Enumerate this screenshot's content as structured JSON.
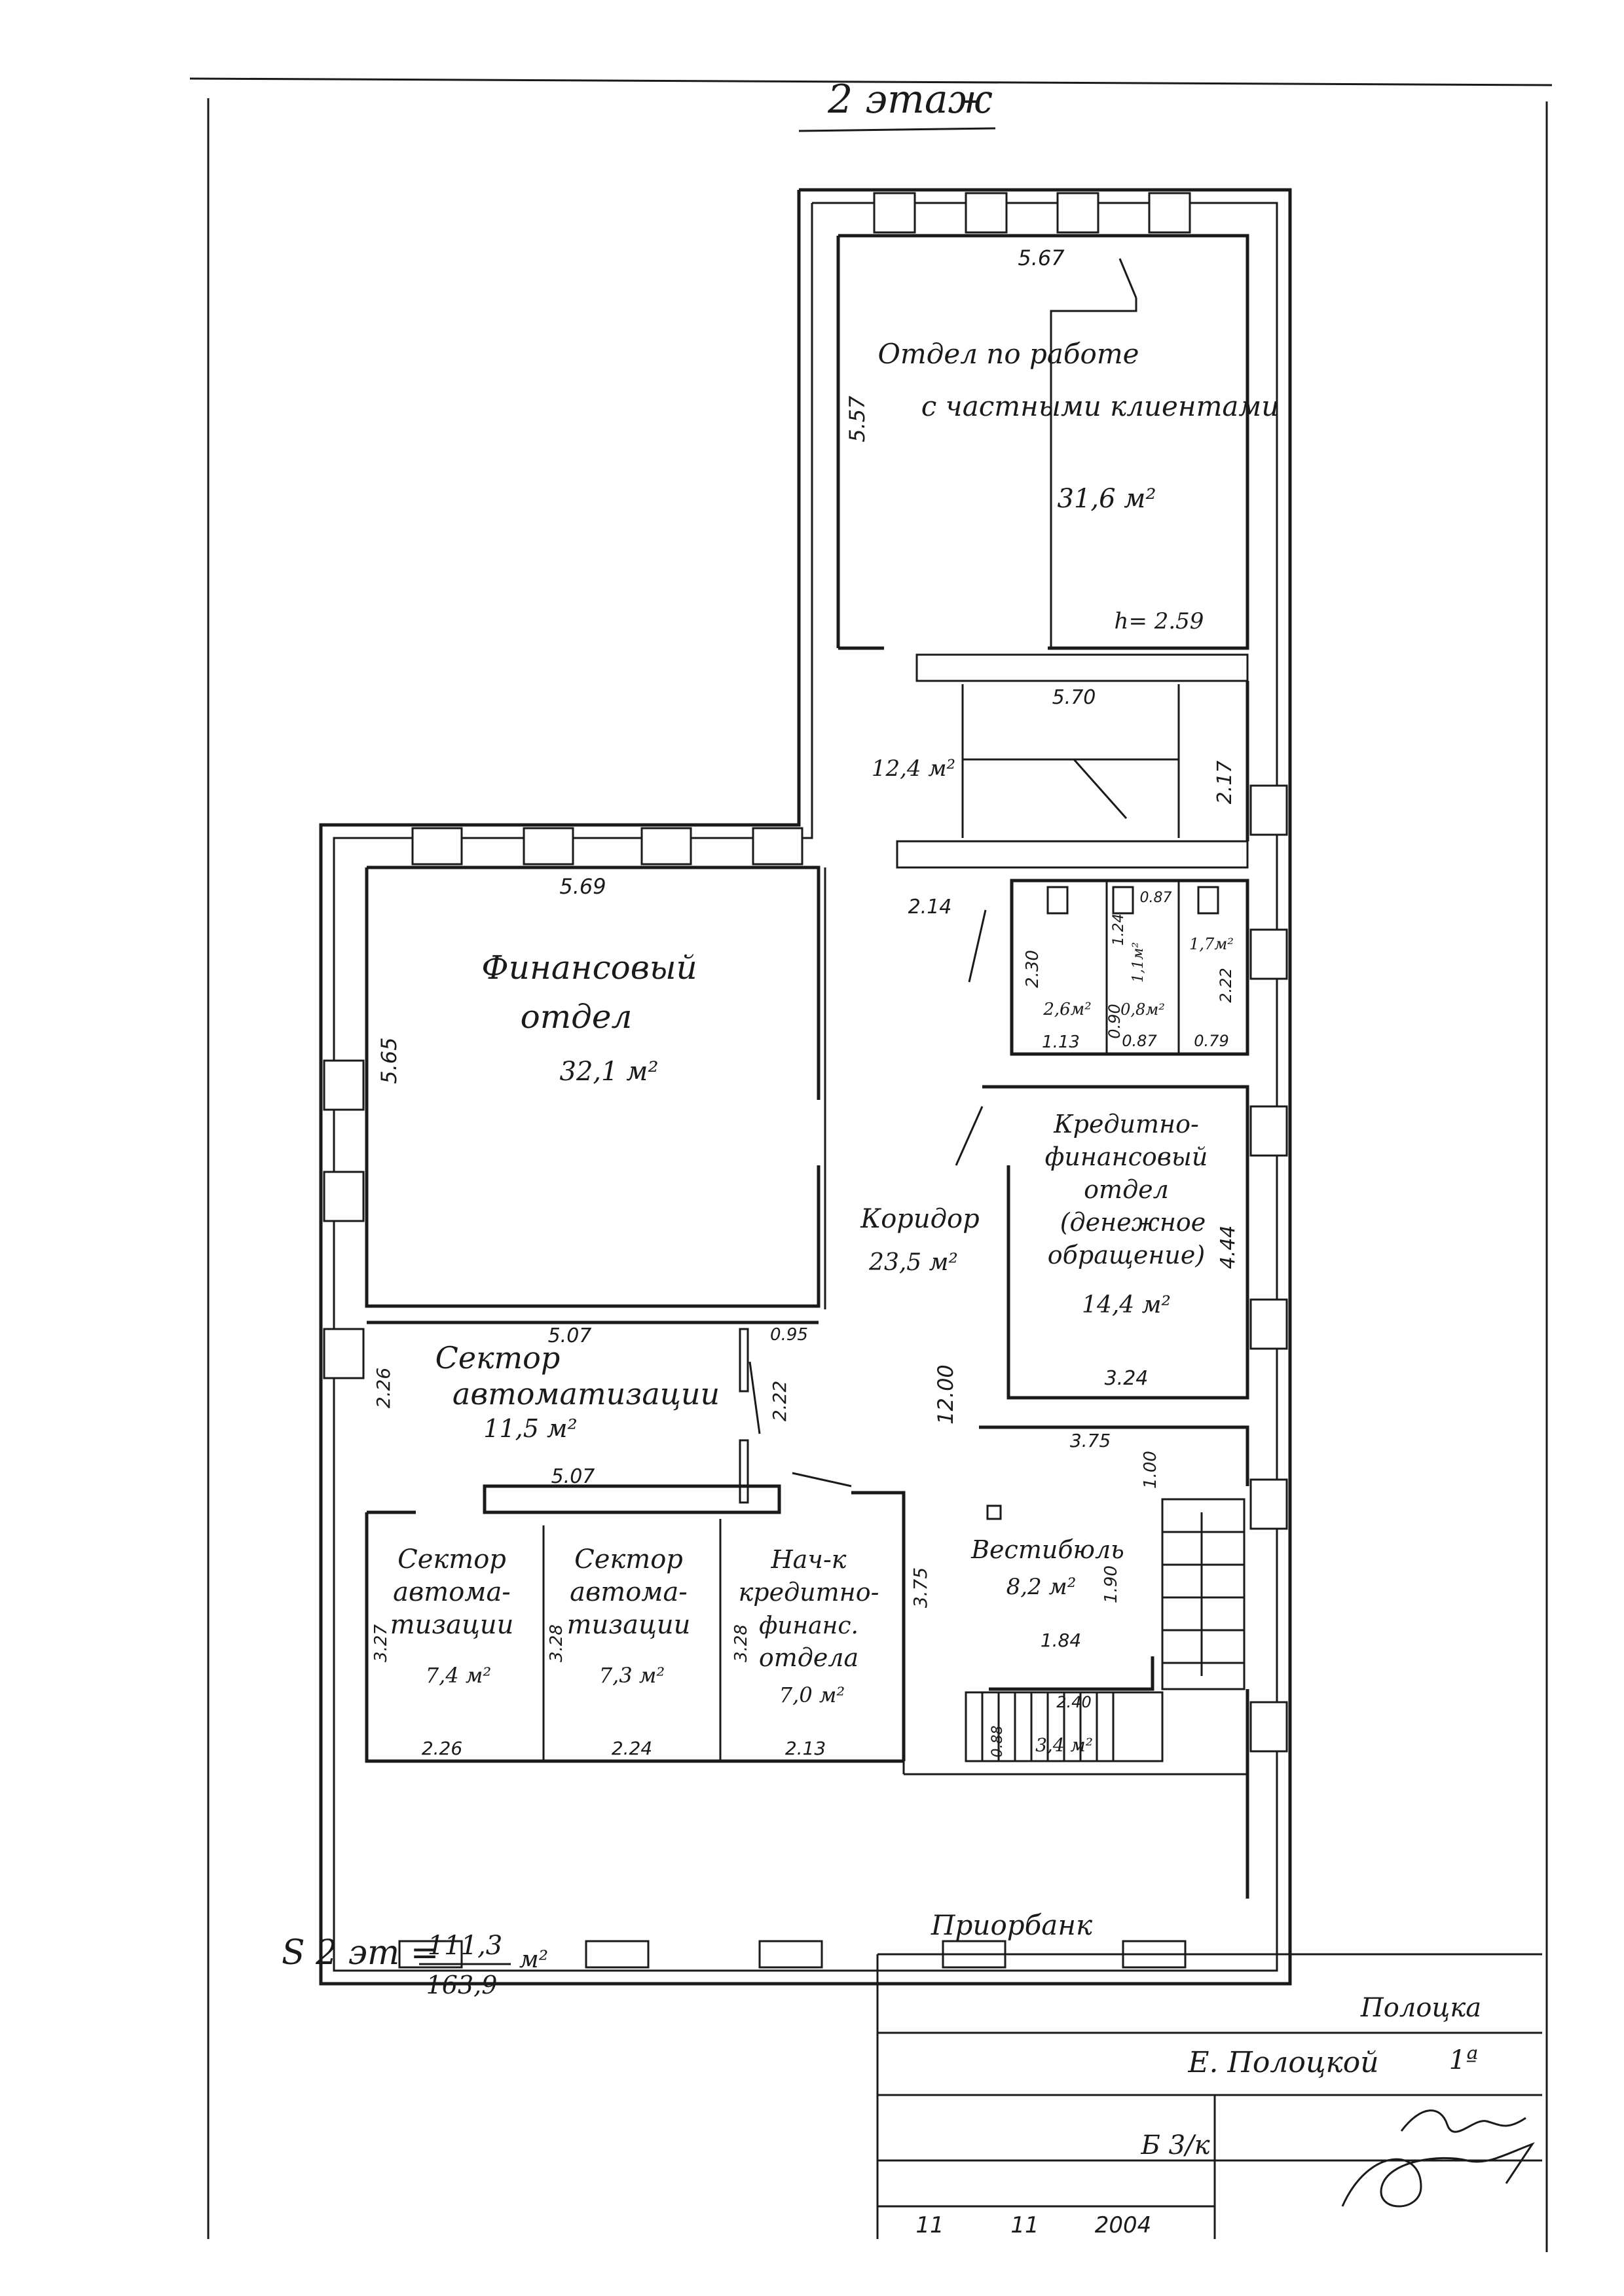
{
  "floor_title": "2 этаж",
  "rooms": {
    "private_clients": {
      "line1": "Отдел по работе",
      "line2": "с частными клиентами",
      "area": "31,6 м²",
      "dim_top": "5.67",
      "dim_side": "5.57",
      "height": "h= 2.59"
    },
    "stair_hall": {
      "area": "12,4 м²",
      "dim_top": "5.70",
      "dim_side": "2.17"
    },
    "finance": {
      "line1": "Финансовый",
      "line2": "отдел",
      "area": "32,1 м²",
      "dim_top": "5.69",
      "dim_side": "5.65"
    },
    "wc": {
      "a1": "2,6м²",
      "a2": "0,8м²",
      "a3": "1,1м²",
      "a4": "1,7м²",
      "d1": "2.30",
      "d2": "1.13",
      "d3": "0.90",
      "d4": "0.87",
      "d5": "1.24",
      "d6": "0.79",
      "d7": "2.22",
      "d8": "0.87",
      "d9": "2.14"
    },
    "credit_finance": {
      "line1": "Кредитно-",
      "line2": "финансовый",
      "line3": "отдел",
      "line4": "(денежное",
      "line5": "обращение)",
      "area": "14,4 м²",
      "dim_side": "4.44",
      "dim_bottom": "3.24"
    },
    "corridor": {
      "line1": "Коридор",
      "area": "23,5 м²",
      "dim_side": "12.00"
    },
    "automation_big": {
      "line1": "Сектор",
      "line2": "автоматизации",
      "area": "11,5 м²",
      "dim_top": "5.07",
      "dim_bottom": "5.07",
      "dim_side": "2.26",
      "dim_door": "0.95",
      "dim_door2": "2.22"
    },
    "automation_a": {
      "line1": "Сектор",
      "line2": "автома-",
      "line3": "тизации",
      "area": "7,4 м²",
      "dim_side": "3.27",
      "dim_bottom": "2.26"
    },
    "automation_b": {
      "line1": "Сектор",
      "line2": "автома-",
      "line3": "тизации",
      "area": "7,3 м²",
      "dim_side": "3.28",
      "dim_bottom": "2.24"
    },
    "credit_head": {
      "line1": "Нач-к",
      "line2": "кредитно-",
      "line3": "финанс.",
      "line4": "отдела",
      "area": "7,0 м²",
      "dim_side": "3.28",
      "dim_bottom": "2.13"
    },
    "vestibule": {
      "line1": "Вестибюль",
      "area": "8,2 м²",
      "dim_top": "3.75",
      "dim_side": "1.90",
      "dim_side2": "1.00",
      "dim_bottom": "1.84",
      "dim_left": "3.75"
    },
    "stair_small": {
      "area": "3,4 м²",
      "dim_top": "2.40",
      "dim_side": "0.88"
    }
  },
  "area_summary": {
    "label": "S 2 эт =",
    "numerator": "111,3",
    "denominator": "163,9",
    "unit": "м²"
  },
  "title_block": {
    "organization": "Приорбанк",
    "city": "Полоцка",
    "street": "Е. Полоцкой",
    "house": "1ª",
    "sheet": "Б 3/к",
    "date_d": "11",
    "date_m": "11",
    "date_y": "2004"
  }
}
